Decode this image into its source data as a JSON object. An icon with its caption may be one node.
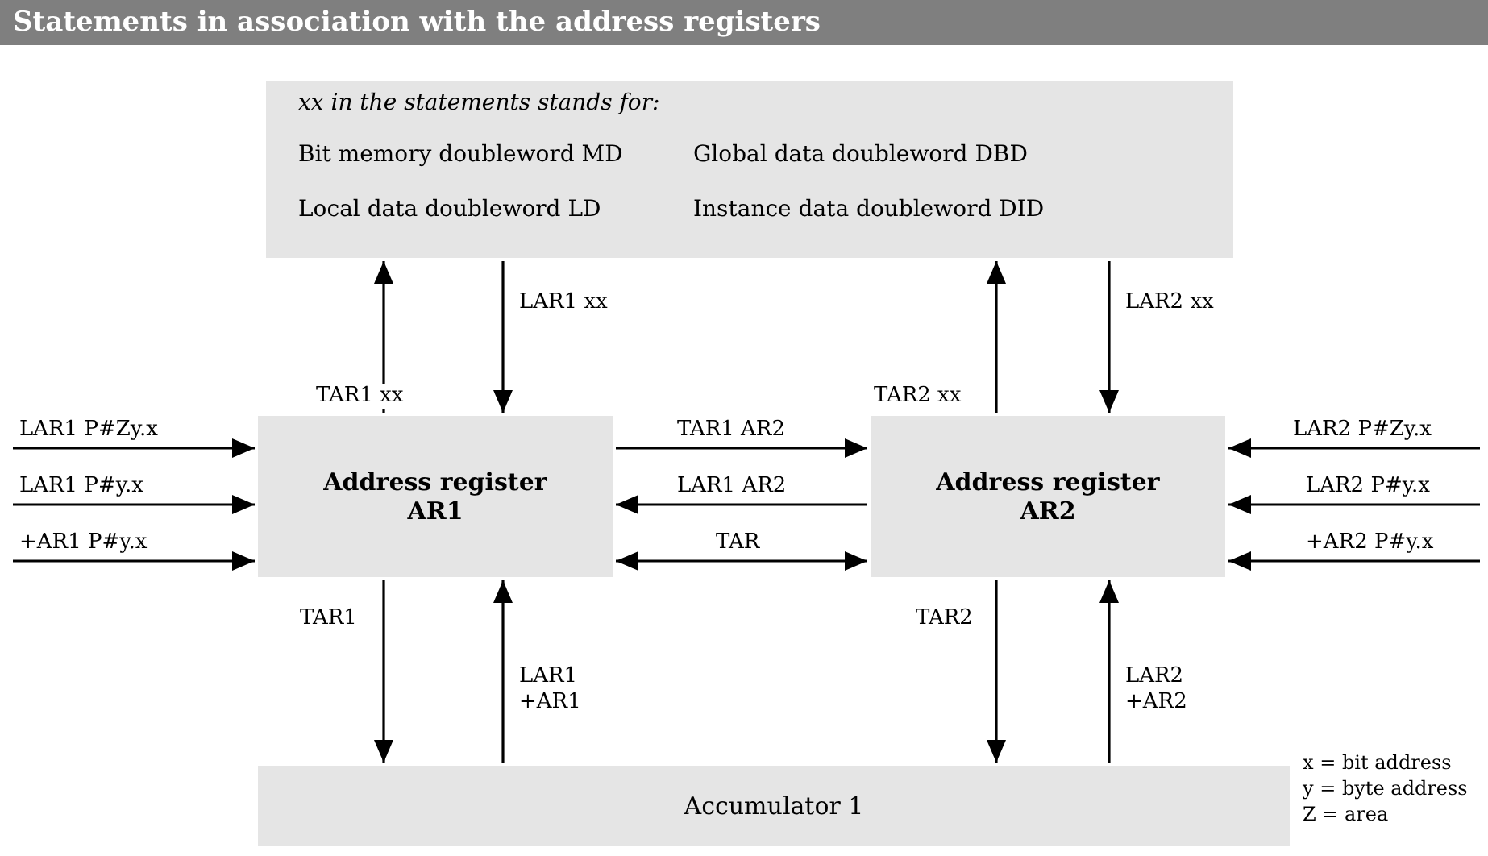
{
  "diagram": {
    "title": "Statements in association with the address registers",
    "nodes": [
      {
        "text": [
          "xx in the statements stands for:",
          "Bit memory doubleword MD",
          "Global data doubleword DBD",
          "Local data doubleword LD",
          "Instance data doubleword DID"
        ]
      },
      {
        "text": [
          "Address register AR1"
        ]
      },
      {
        "text": [
          "Address register AR2"
        ]
      },
      {
        "text": [
          "Accumulator 1"
        ]
      }
    ],
    "edges": [
      {
        "from": 1,
        "to": 0,
        "arrow": "to",
        "label": "TAR1 xx"
      },
      {
        "from": 0,
        "to": 1,
        "arrow": "to",
        "label": "LAR1 xx"
      },
      {
        "from": 2,
        "to": 0,
        "arrow": "to",
        "label": "TAR2 xx"
      },
      {
        "from": 0,
        "to": 2,
        "arrow": "to",
        "label": "LAR2 xx"
      },
      {
        "from": null,
        "to": 1,
        "arrow": "to",
        "label": "LAR1 P#Zy.x"
      },
      {
        "from": null,
        "to": 1,
        "arrow": "to",
        "label": "LAR1 P#y.x"
      },
      {
        "from": null,
        "to": 1,
        "arrow": "to",
        "label": "+AR1 P#y.x"
      },
      {
        "from": 1,
        "to": 2,
        "arrow": "to",
        "label": "TAR1 AR2"
      },
      {
        "from": 2,
        "to": 1,
        "arrow": "to",
        "label": "LAR1 AR2"
      },
      {
        "from": 1,
        "to": 2,
        "arrow": "both",
        "label": "TAR"
      },
      {
        "from": null,
        "to": 2,
        "arrow": "to",
        "label": "LAR2 P#Zy.x"
      },
      {
        "from": null,
        "to": 2,
        "arrow": "to",
        "label": "LAR2 P#y.x"
      },
      {
        "from": null,
        "to": 2,
        "arrow": "to",
        "label": "+AR2 P#y.x"
      },
      {
        "from": 1,
        "to": 3,
        "arrow": "to",
        "label": "TAR1"
      },
      {
        "from": 3,
        "to": 1,
        "arrow": "to",
        "label": "LAR1 +AR1"
      },
      {
        "from": 2,
        "to": 3,
        "arrow": "to",
        "label": "TAR2"
      },
      {
        "from": 3,
        "to": 2,
        "arrow": "to",
        "label": "LAR2 +AR2"
      }
    ],
    "labels": [
      "x = bit address",
      "y = byte address",
      "Z = area"
    ]
  }
}
